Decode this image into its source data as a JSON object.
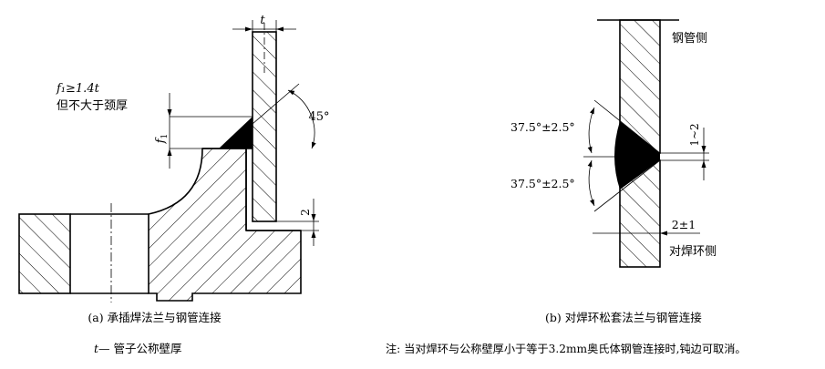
{
  "diagram_a": {
    "t_label": "t",
    "f1_label": "f",
    "f1_sub": "1",
    "condition_line1": "f₁≥1.4t",
    "condition_line2": "但不大于颈厚",
    "angle_label": "45°",
    "gap_label": "2",
    "caption": "(a) 承插焊法兰与钢管连接",
    "legend_symbol": "t",
    "legend_text": "— 管子公称壁厚"
  },
  "diagram_b": {
    "pipe_side_label": "钢管侧",
    "ring_side_label": "对焊环侧",
    "upper_angle_label": "37.5°±2.5°",
    "lower_angle_label": "37.5°±2.5°",
    "root_face_label": "1~2",
    "gap_label": "2±1",
    "caption": "(b) 对焊环松套法兰与钢管连接",
    "note": "注: 当对焊环与公称壁厚小于等于3.2mm奥氏体钢管连接时,钝边可取消。"
  }
}
